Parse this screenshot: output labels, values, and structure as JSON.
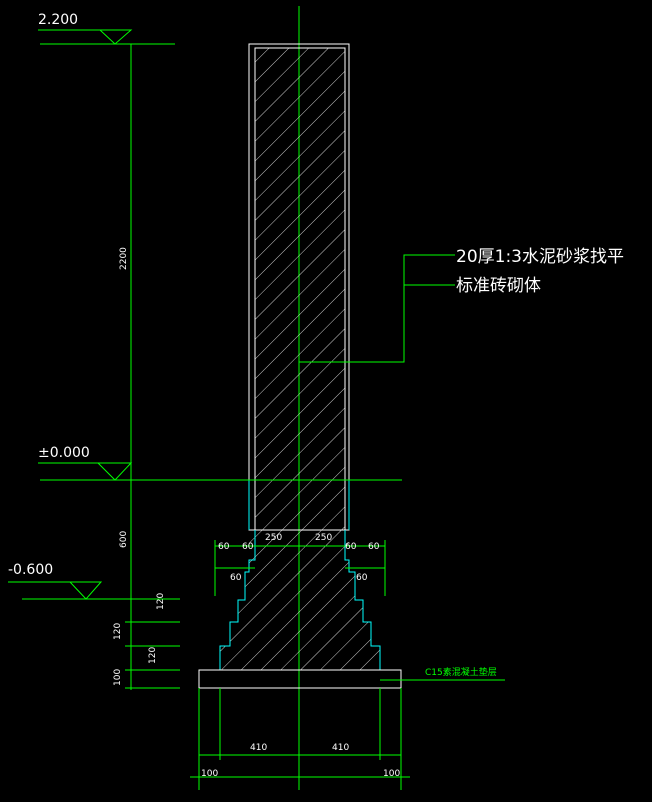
{
  "levels": {
    "top": "2.200",
    "ground": "±0.000",
    "bottom": "-0.600"
  },
  "annotations": {
    "plaster": "20厚1:3水泥砂浆找平",
    "masonry": "标准砖砌体",
    "cushion": "C15素混凝土垫层"
  },
  "dimensions": {
    "height_wall": "2200",
    "height_foundation": "600",
    "step_120_a": "120",
    "step_120_b": "120",
    "step_120_c": "120",
    "cushion_100": "100",
    "half_wall_left": "250",
    "half_wall_right": "250",
    "offset_60_l1": "60",
    "offset_60_l2": "60",
    "offset_60_l3": "60",
    "offset_60_r1": "60",
    "offset_60_r2": "60",
    "offset_60_r3": "60",
    "base_410_left": "410",
    "base_410_right": "410",
    "edge_100_left": "100",
    "edge_100_right": "100"
  },
  "colors": {
    "background": "#000000",
    "dimension_lines": "#00ff00",
    "outline": "#ffffff",
    "foundation": "#00ffff"
  }
}
